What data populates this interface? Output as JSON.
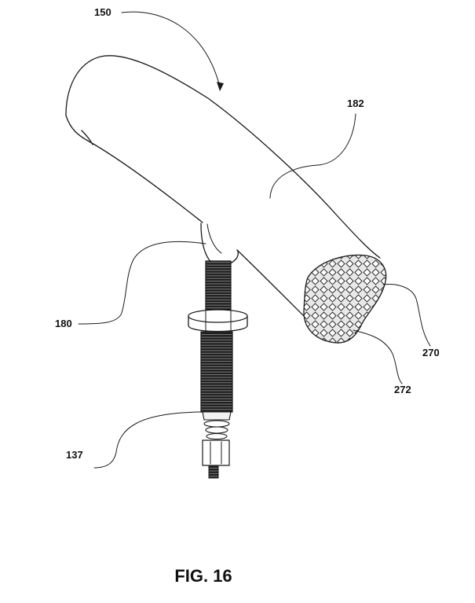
{
  "figure": {
    "caption": "FIG. 16",
    "labels": {
      "assembly": "150",
      "body": "182",
      "stem": "180",
      "end_face": "270",
      "lattice": "272",
      "fastener": "137"
    }
  }
}
